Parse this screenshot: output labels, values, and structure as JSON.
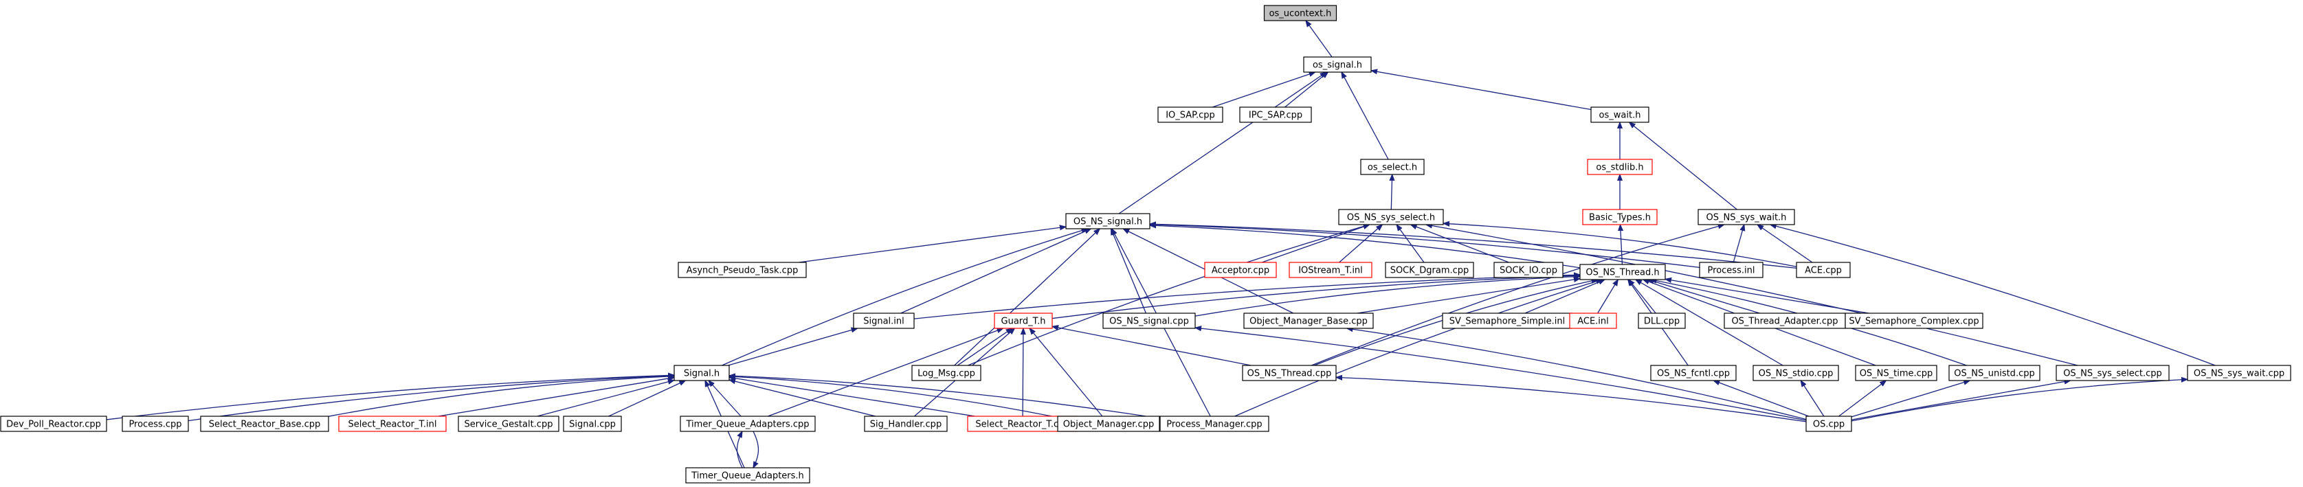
{
  "colors": {
    "edge": "#1a237e",
    "node_border": "#000000",
    "truncated_border": "#ff0000",
    "root_fill": "#bfbfbf",
    "node_fill": "#ffffff",
    "text": "#000000"
  },
  "nodes": [
    {
      "id": "os_ucontext_h",
      "label": "os_ucontext.h",
      "style": "root"
    },
    {
      "id": "os_signal_h",
      "label": "os_signal.h",
      "style": "normal"
    },
    {
      "id": "IO_SAP_cpp",
      "label": "IO_SAP.cpp",
      "style": "normal"
    },
    {
      "id": "IPC_SAP_cpp",
      "label": "IPC_SAP.cpp",
      "style": "normal"
    },
    {
      "id": "os_wait_h",
      "label": "os_wait.h",
      "style": "normal"
    },
    {
      "id": "os_stdlib_h",
      "label": "os_stdlib.h",
      "style": "truncated"
    },
    {
      "id": "os_select_h",
      "label": "os_select.h",
      "style": "normal"
    },
    {
      "id": "Basic_Types_h",
      "label": "Basic_Types.h",
      "style": "truncated"
    },
    {
      "id": "OS_NS_signal_h",
      "label": "OS_NS_signal.h",
      "style": "normal"
    },
    {
      "id": "OS_NS_sys_select_h",
      "label": "OS_NS_sys_select.h",
      "style": "normal"
    },
    {
      "id": "OS_NS_sys_wait_h",
      "label": "OS_NS_sys_wait.h",
      "style": "normal"
    },
    {
      "id": "Asynch_Pseudo_Task_cpp",
      "label": "Asynch_Pseudo_Task.cpp",
      "style": "normal"
    },
    {
      "id": "Acceptor_cpp",
      "label": "Acceptor.cpp",
      "style": "truncated"
    },
    {
      "id": "IOStream_T_inl",
      "label": "IOStream_T.inl",
      "style": "truncated"
    },
    {
      "id": "SOCK_Dgram_cpp",
      "label": "SOCK_Dgram.cpp",
      "style": "normal"
    },
    {
      "id": "SOCK_IO_cpp",
      "label": "SOCK_IO.cpp",
      "style": "normal"
    },
    {
      "id": "Process_inl",
      "label": "Process.inl",
      "style": "normal"
    },
    {
      "id": "ACE_cpp",
      "label": "ACE.cpp",
      "style": "normal"
    },
    {
      "id": "OS_NS_Thread_h",
      "label": "OS_NS_Thread.h",
      "style": "normal"
    },
    {
      "id": "Signal_inl",
      "label": "Signal.inl",
      "style": "normal"
    },
    {
      "id": "Guard_T_h",
      "label": "Guard_T.h",
      "style": "truncated"
    },
    {
      "id": "OS_NS_signal_cpp",
      "label": "OS_NS_signal.cpp",
      "style": "normal"
    },
    {
      "id": "Object_Manager_Base_cpp",
      "label": "Object_Manager_Base.cpp",
      "style": "normal"
    },
    {
      "id": "SV_Semaphore_Simple_inl",
      "label": "SV_Semaphore_Simple.inl",
      "style": "normal"
    },
    {
      "id": "ACE_inl",
      "label": "ACE.inl",
      "style": "truncated"
    },
    {
      "id": "DLL_cpp",
      "label": "DLL.cpp",
      "style": "normal"
    },
    {
      "id": "OS_Thread_Adapter_cpp",
      "label": "OS_Thread_Adapter.cpp",
      "style": "normal"
    },
    {
      "id": "SV_Semaphore_Complex_cpp",
      "label": "SV_Semaphore_Complex.cpp",
      "style": "normal"
    },
    {
      "id": "Log_Msg_cpp",
      "label": "Log_Msg.cpp",
      "style": "normal"
    },
    {
      "id": "Signal_h",
      "label": "Signal.h",
      "style": "normal"
    },
    {
      "id": "OS_NS_Thread_cpp",
      "label": "OS_NS_Thread.cpp",
      "style": "normal"
    },
    {
      "id": "OS_NS_fcntl_cpp",
      "label": "OS_NS_fcntl.cpp",
      "style": "normal"
    },
    {
      "id": "OS_NS_stdio_cpp",
      "label": "OS_NS_stdio.cpp",
      "style": "normal"
    },
    {
      "id": "OS_NS_time_cpp",
      "label": "OS_NS_time.cpp",
      "style": "normal"
    },
    {
      "id": "OS_NS_unistd_cpp",
      "label": "OS_NS_unistd.cpp",
      "style": "normal"
    },
    {
      "id": "OS_NS_sys_select_cpp",
      "label": "OS_NS_sys_select.cpp",
      "style": "normal"
    },
    {
      "id": "OS_NS_sys_wait_cpp",
      "label": "OS_NS_sys_wait.cpp",
      "style": "normal"
    },
    {
      "id": "Dev_Poll_Reactor_cpp",
      "label": "Dev_Poll_Reactor.cpp",
      "style": "normal"
    },
    {
      "id": "Process_cpp",
      "label": "Process.cpp",
      "style": "normal"
    },
    {
      "id": "Select_Reactor_Base_cpp",
      "label": "Select_Reactor_Base.cpp",
      "style": "normal"
    },
    {
      "id": "Select_Reactor_T_inl",
      "label": "Select_Reactor_T.inl",
      "style": "truncated"
    },
    {
      "id": "Service_Gestalt_cpp",
      "label": "Service_Gestalt.cpp",
      "style": "normal"
    },
    {
      "id": "Signal_cpp",
      "label": "Signal.cpp",
      "style": "normal"
    },
    {
      "id": "Timer_Queue_Adapters_cpp",
      "label": "Timer_Queue_Adapters.cpp",
      "style": "normal"
    },
    {
      "id": "Sig_Handler_cpp",
      "label": "Sig_Handler.cpp",
      "style": "normal"
    },
    {
      "id": "Select_Reactor_T_cpp",
      "label": "Select_Reactor_T.cpp",
      "style": "truncated"
    },
    {
      "id": "Object_Manager_cpp",
      "label": "Object_Manager.cpp",
      "style": "normal"
    },
    {
      "id": "Process_Manager_cpp",
      "label": "Process_Manager.cpp",
      "style": "normal"
    },
    {
      "id": "OS_cpp",
      "label": "OS.cpp",
      "style": "normal"
    },
    {
      "id": "Timer_Queue_Adapters_h",
      "label": "Timer_Queue_Adapters.h",
      "style": "normal"
    }
  ],
  "edges": [
    [
      "os_signal_h",
      "os_ucontext_h"
    ],
    [
      "IO_SAP_cpp",
      "os_signal_h"
    ],
    [
      "IPC_SAP_cpp",
      "os_signal_h"
    ],
    [
      "os_wait_h",
      "os_signal_h"
    ],
    [
      "os_select_h",
      "os_signal_h"
    ],
    [
      "OS_NS_signal_h",
      "os_signal_h"
    ],
    [
      "os_stdlib_h",
      "os_wait_h"
    ],
    [
      "OS_NS_sys_wait_h",
      "os_wait_h"
    ],
    [
      "Basic_Types_h",
      "os_stdlib_h"
    ],
    [
      "OS_NS_sys_select_h",
      "os_select_h"
    ],
    [
      "OS_NS_Thread_h",
      "Basic_Types_h"
    ],
    [
      "Asynch_Pseudo_Task_cpp",
      "OS_NS_signal_h"
    ],
    [
      "Signal_inl",
      "OS_NS_signal_h"
    ],
    [
      "Signal_h",
      "OS_NS_signal_h"
    ],
    [
      "Log_Msg_cpp",
      "OS_NS_signal_h"
    ],
    [
      "OS_NS_signal_cpp",
      "OS_NS_signal_h"
    ],
    [
      "Object_Manager_Base_cpp",
      "OS_NS_signal_h"
    ],
    [
      "Process_Manager_cpp",
      "OS_NS_signal_h"
    ],
    [
      "Process_inl",
      "OS_NS_signal_h"
    ],
    [
      "ACE_cpp",
      "OS_NS_signal_h"
    ],
    [
      "OS_NS_Thread_h",
      "OS_NS_signal_h"
    ],
    [
      "Acceptor_cpp",
      "OS_NS_sys_select_h"
    ],
    [
      "IOStream_T_inl",
      "OS_NS_sys_select_h"
    ],
    [
      "SOCK_Dgram_cpp",
      "OS_NS_sys_select_h"
    ],
    [
      "SOCK_IO_cpp",
      "OS_NS_sys_select_h"
    ],
    [
      "ACE_cpp",
      "OS_NS_sys_select_h"
    ],
    [
      "Log_Msg_cpp",
      "OS_NS_sys_select_h"
    ],
    [
      "OS_NS_sys_select_cpp",
      "OS_NS_sys_select_h"
    ],
    [
      "Process_inl",
      "OS_NS_sys_wait_h"
    ],
    [
      "ACE_cpp",
      "OS_NS_sys_wait_h"
    ],
    [
      "OS_NS_sys_wait_cpp",
      "OS_NS_sys_wait_h"
    ],
    [
      "OS_NS_Thread_cpp",
      "OS_NS_sys_wait_h"
    ],
    [
      "Signal_inl",
      "OS_NS_Thread_h"
    ],
    [
      "Guard_T_h",
      "OS_NS_Thread_h"
    ],
    [
      "OS_NS_signal_cpp",
      "OS_NS_Thread_h"
    ],
    [
      "Object_Manager_Base_cpp",
      "OS_NS_Thread_h"
    ],
    [
      "SV_Semaphore_Simple_inl",
      "OS_NS_Thread_h"
    ],
    [
      "ACE_inl",
      "OS_NS_Thread_h"
    ],
    [
      "DLL_cpp",
      "OS_NS_Thread_h"
    ],
    [
      "OS_Thread_Adapter_cpp",
      "OS_NS_Thread_h"
    ],
    [
      "SV_Semaphore_Complex_cpp",
      "OS_NS_Thread_h"
    ],
    [
      "OS_NS_fcntl_cpp",
      "OS_NS_Thread_h"
    ],
    [
      "OS_NS_stdio_cpp",
      "OS_NS_Thread_h"
    ],
    [
      "OS_NS_time_cpp",
      "OS_NS_Thread_h"
    ],
    [
      "OS_NS_unistd_cpp",
      "OS_NS_Thread_h"
    ],
    [
      "OS_NS_Thread_cpp",
      "OS_NS_Thread_h"
    ],
    [
      "Process_Manager_cpp",
      "OS_NS_Thread_h"
    ],
    [
      "Signal_h",
      "Signal_inl"
    ],
    [
      "Log_Msg_cpp",
      "Guard_T_h"
    ],
    [
      "OS_NS_Thread_cpp",
      "Guard_T_h"
    ],
    [
      "Object_Manager_cpp",
      "Guard_T_h"
    ],
    [
      "Select_Reactor_T_cpp",
      "Guard_T_h"
    ],
    [
      "Sig_Handler_cpp",
      "Guard_T_h"
    ],
    [
      "Timer_Queue_Adapters_cpp",
      "Guard_T_h"
    ],
    [
      "Dev_Poll_Reactor_cpp",
      "Signal_h"
    ],
    [
      "Process_cpp",
      "Signal_h"
    ],
    [
      "Select_Reactor_Base_cpp",
      "Signal_h"
    ],
    [
      "Select_Reactor_T_inl",
      "Signal_h"
    ],
    [
      "Service_Gestalt_cpp",
      "Signal_h"
    ],
    [
      "Signal_cpp",
      "Signal_h"
    ],
    [
      "Timer_Queue_Adapters_cpp",
      "Signal_h"
    ],
    [
      "Sig_Handler_cpp",
      "Signal_h"
    ],
    [
      "Select_Reactor_T_cpp",
      "Signal_h"
    ],
    [
      "Object_Manager_cpp",
      "Signal_h"
    ],
    [
      "Process_Manager_cpp",
      "Signal_h"
    ],
    [
      "Timer_Queue_Adapters_h",
      "Signal_h"
    ],
    [
      "Timer_Queue_Adapters_h",
      "Timer_Queue_Adapters_cpp"
    ],
    [
      "Timer_Queue_Adapters_cpp",
      "Timer_Queue_Adapters_h"
    ],
    [
      "OS_cpp",
      "OS_NS_Thread_cpp"
    ],
    [
      "OS_cpp",
      "OS_NS_signal_cpp"
    ],
    [
      "OS_cpp",
      "Object_Manager_Base_cpp"
    ],
    [
      "OS_cpp",
      "OS_NS_fcntl_cpp"
    ],
    [
      "OS_cpp",
      "OS_NS_stdio_cpp"
    ],
    [
      "OS_cpp",
      "OS_NS_time_cpp"
    ],
    [
      "OS_cpp",
      "OS_NS_unistd_cpp"
    ],
    [
      "OS_cpp",
      "OS_NS_sys_select_cpp"
    ],
    [
      "OS_cpp",
      "OS_NS_sys_wait_cpp"
    ]
  ]
}
